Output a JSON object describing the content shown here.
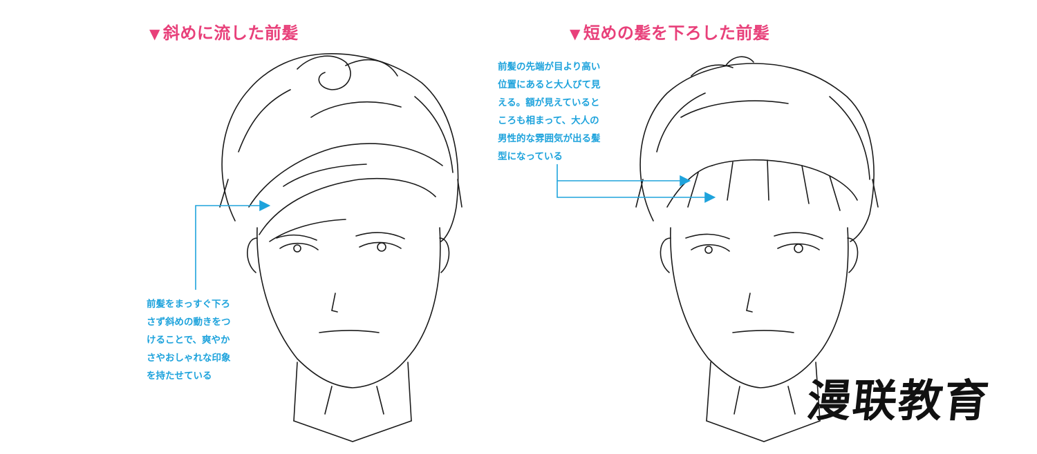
{
  "colors": {
    "pink": "#e8407a",
    "cyan": "#1ea3dc",
    "ink": "#1a1a1a"
  },
  "left": {
    "heading_marker": "▼",
    "heading": "斜めに流した前髪",
    "note": "前髪をまっすぐ下ろ\nさず斜めの動きをつ\nけることで、爽やか\nさやおしゃれな印象\nを持たせている"
  },
  "right": {
    "heading_marker": "▼",
    "heading": "短めの髪を下ろした前髪",
    "note": "前髪の先端が目より高い\n位置にあると大人びて見\nえる。額が見えていると\nころも相まって、大人の\n男性的な雰囲気が出る髪\n型になっている"
  },
  "watermark": "漫联教育"
}
